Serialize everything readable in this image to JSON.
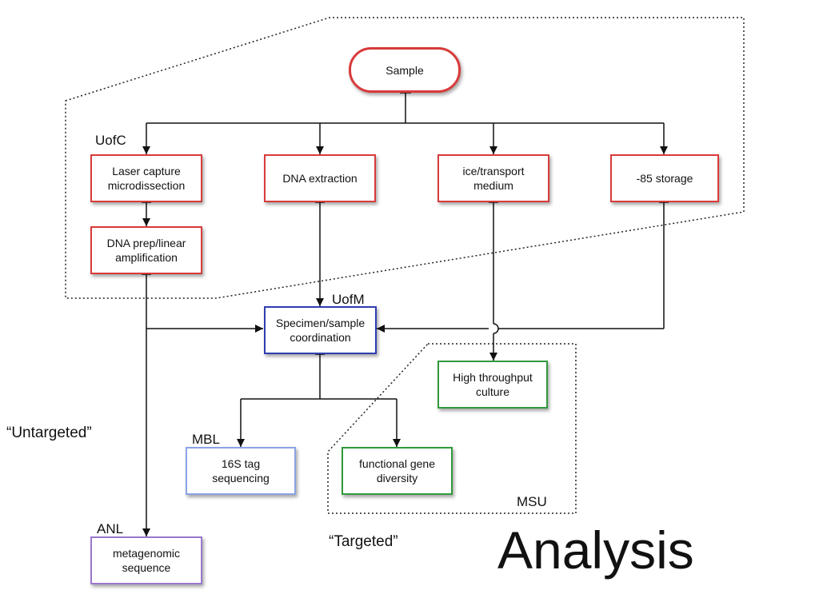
{
  "nodes": {
    "sample": "Sample",
    "laser": "Laser capture\nmicrodissection",
    "dna_extraction": "DNA extraction",
    "ice": "ice/transport\nmedium",
    "storage": "-85 storage",
    "dna_prep": "DNA prep/linear\namplification",
    "coordination": "Specimen/sample\ncoordination",
    "culture": "High throughput\nculture",
    "tag16s": "16S tag\nsequencing",
    "functional": "functional gene\ndiversity",
    "metagenomic": "metagenomic\nsequence"
  },
  "labels": {
    "uofc": "UofC",
    "uofm": "UofM",
    "mbl": "MBL",
    "anl": "ANL",
    "msu": "MSU",
    "untargeted": "“Untargeted”",
    "targeted": "“Targeted”",
    "analysis": "Analysis"
  },
  "colors": {
    "red": "#d93a3a",
    "blue": "#2d3fb0",
    "light_blue": "#8aa3e6",
    "green": "#2f9a3c",
    "purple": "#9a78cc"
  }
}
